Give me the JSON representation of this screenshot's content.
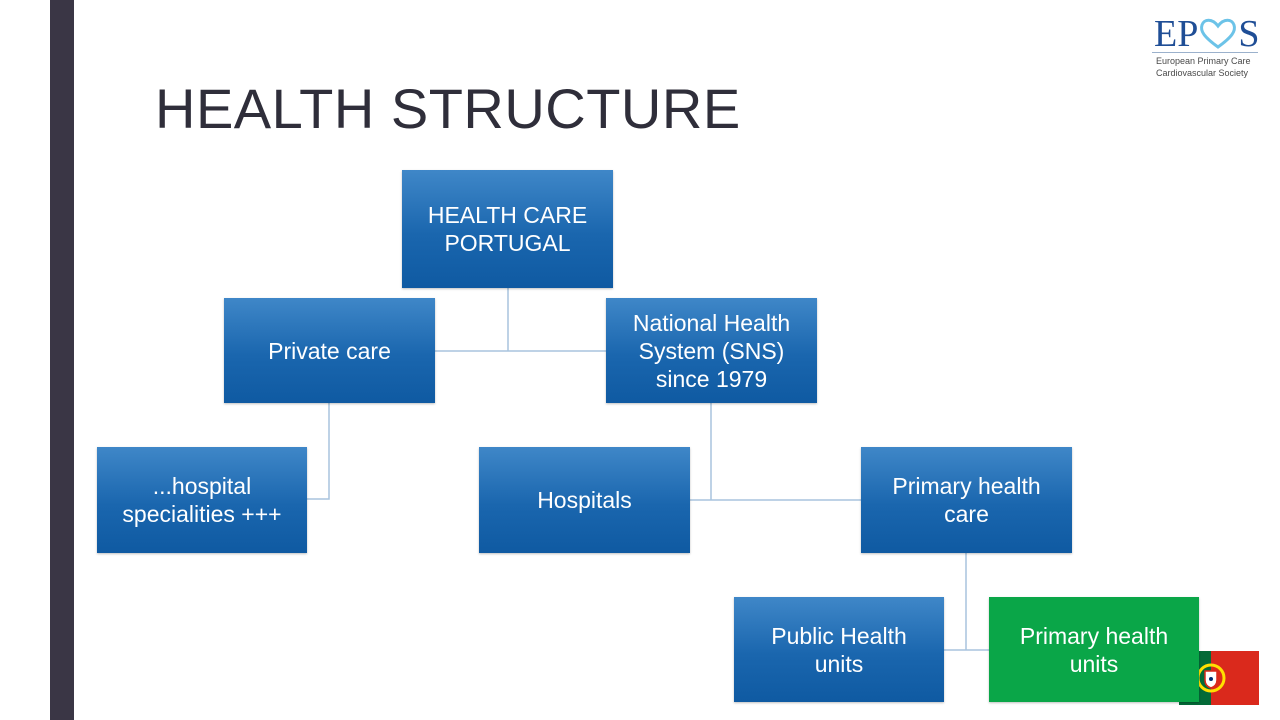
{
  "slide": {
    "title": "HEALTH STRUCTURE"
  },
  "logo": {
    "letters_left": "EP",
    "letters_right": "S",
    "line1": "European Primary Care",
    "line2": "Cardiovascular Society"
  },
  "nodes": {
    "root": "HEALTH CARE PORTUGAL",
    "private_care": "Private care",
    "sns": "National Health System (SNS) since 1979",
    "hospital_specialities": "...hospital specialities +++",
    "hospitals": "Hospitals",
    "primary_health_care": "Primary health care",
    "public_health_units": "Public Health units",
    "primary_health_units": "Primary health units"
  },
  "colors": {
    "accent_blue": "#1a66ae",
    "highlight_green": "#0aa648",
    "connector": "#a8c4de",
    "sidebar": "#3a3645"
  },
  "icons": [
    "epos-heart-logo",
    "portugal-flag-icon"
  ]
}
